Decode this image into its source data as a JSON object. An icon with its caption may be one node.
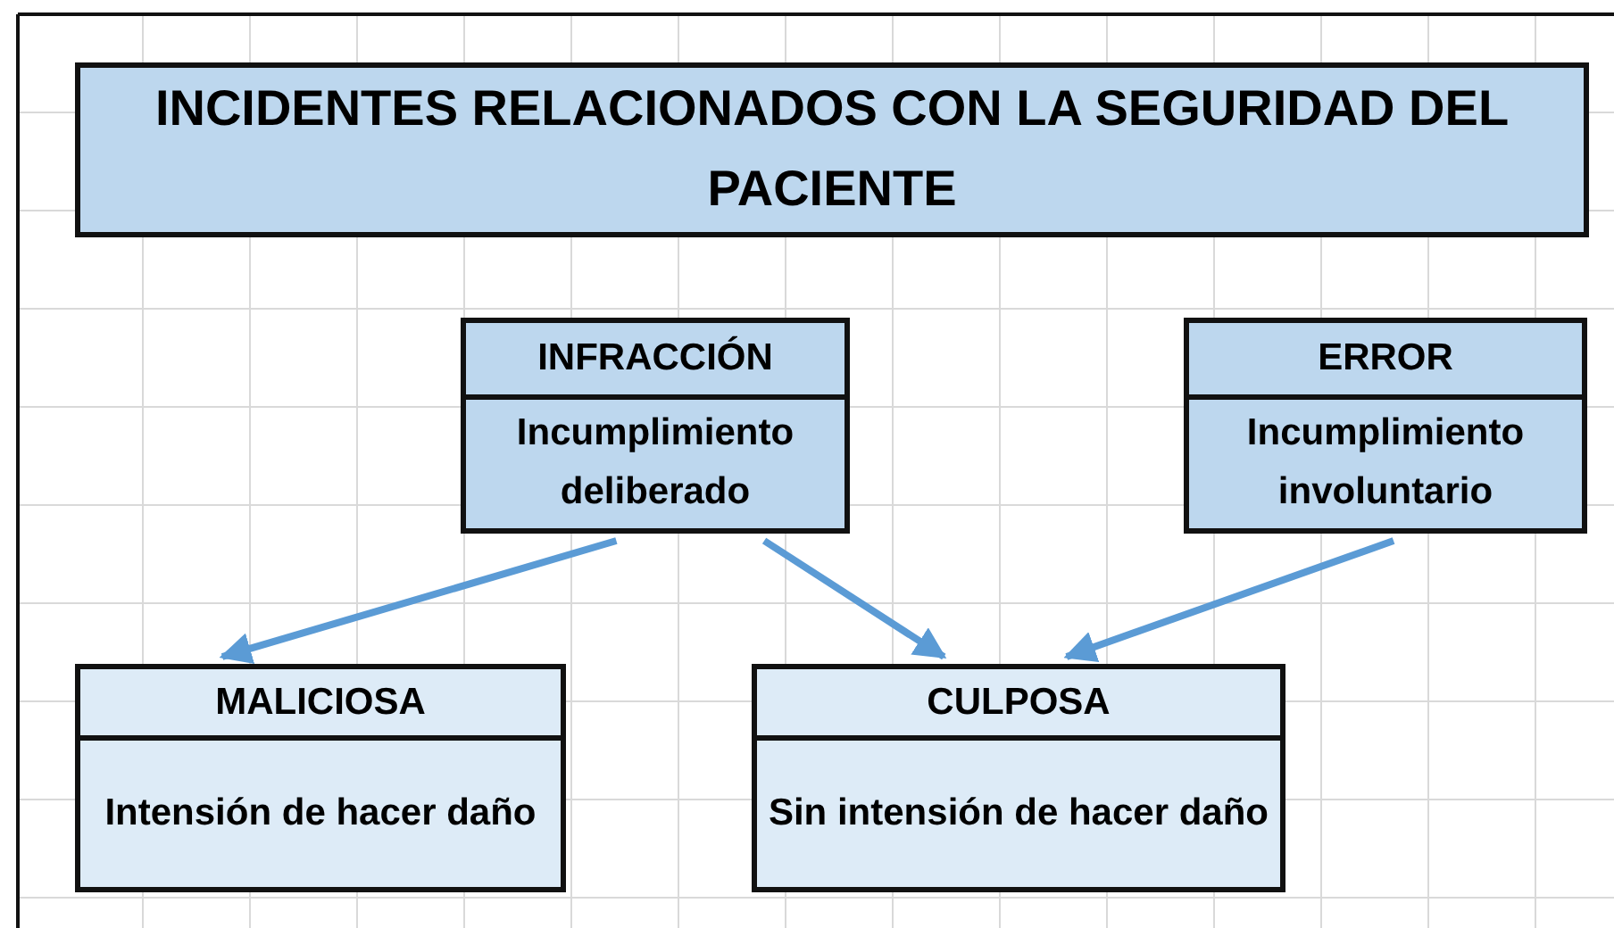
{
  "diagram": {
    "nodes": [
      {
        "text": [
          "INCIDENTES RELACIONADOS CON LA SEGURIDAD DEL PACIENTE"
        ]
      },
      {
        "text": [
          "INFRACCIÓN",
          "Incumplimiento deliberado"
        ]
      },
      {
        "text": [
          "ERROR",
          "Incumplimiento involuntario"
        ]
      },
      {
        "text": [
          "MALICIOSA",
          "Intensión de hacer daño"
        ]
      },
      {
        "text": [
          "CULPOSA",
          "Sin intensión de hacer daño"
        ]
      }
    ],
    "edges": [
      {
        "from": 1,
        "to": 3,
        "arrow": "to"
      },
      {
        "from": 1,
        "to": 4,
        "arrow": "to"
      },
      {
        "from": 2,
        "to": 4,
        "arrow": "to"
      }
    ]
  }
}
